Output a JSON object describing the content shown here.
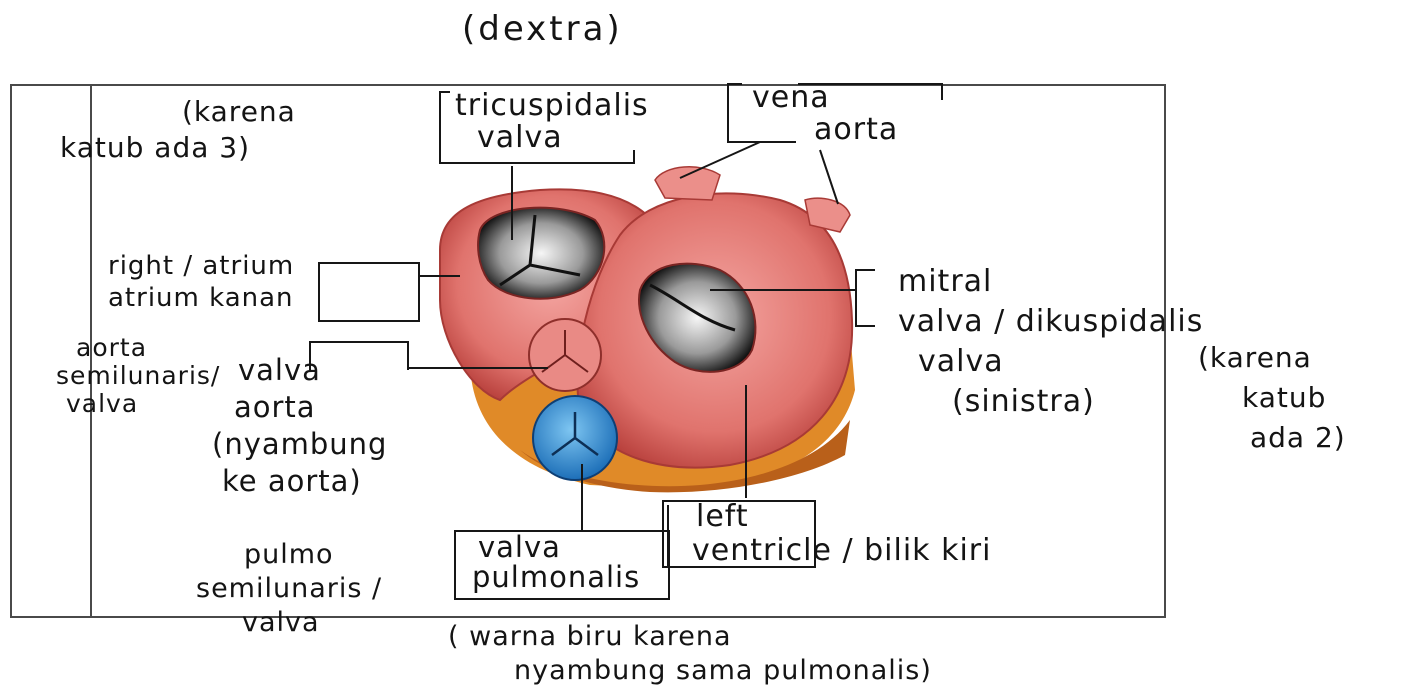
{
  "annotations": {
    "dextra": "(dextra)",
    "karena_3": [
      "(karena",
      "katub  ada 3)"
    ],
    "tricuspidalis": [
      "tricuspidalis",
      "valva"
    ],
    "vena_aorta": [
      "vena",
      "aorta"
    ],
    "right_atrium": [
      "right  / atrium",
      "atrium        kanan"
    ],
    "mitral": [
      "mitral",
      "valva / dikuspidalis",
      "valva",
      "(sinistra)"
    ],
    "karena_2": [
      "(karena",
      "katub",
      "ada 2)"
    ],
    "aorta_semilunaris": [
      "aorta",
      "semilunaris/",
      "valva"
    ],
    "valva_aorta": [
      "valva",
      "aorta",
      "(nyambung",
      "ke  aorta)"
    ],
    "left_ventricle": [
      "left",
      "ventricle / bilik kiri"
    ],
    "pulmo_semilunaris": [
      "pulmo",
      "semilunaris /",
      "valva"
    ],
    "valva_pulmonalis": [
      "valva",
      "pulmonalis"
    ],
    "warna_biru": [
      "( warna  biru karena",
      "nyambung sama pulmonalis)"
    ]
  }
}
